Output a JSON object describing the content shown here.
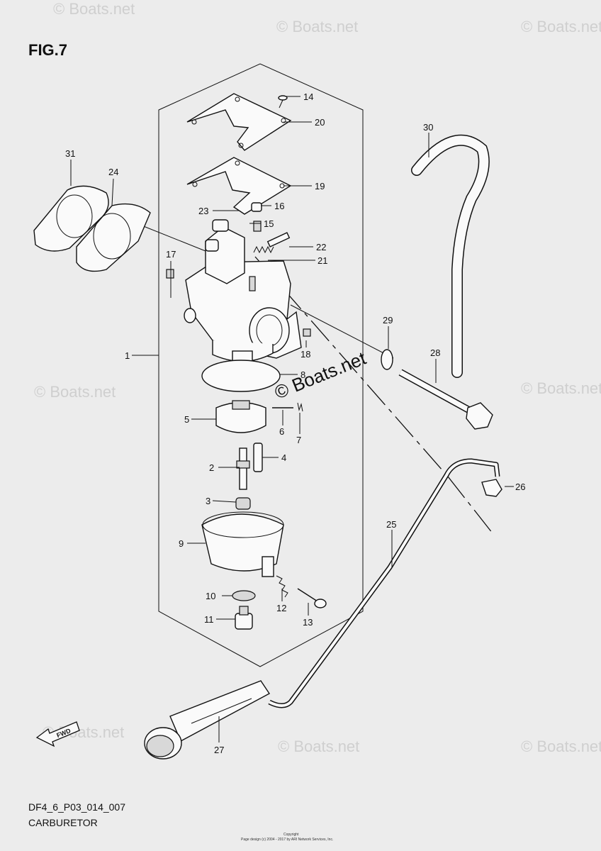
{
  "figure_label": "FIG.7",
  "diagram_code": "DF4_6_P03_014_007",
  "diagram_title": "CARBURETOR",
  "watermark": "© Boats.net",
  "copyright_lines": [
    "Copyright",
    "Page design (c) 2004 - 2017 by ARI Network Services, Inc."
  ],
  "fwd_badge": "FWD",
  "callouts": [
    {
      "id": "1",
      "label": "1"
    },
    {
      "id": "2",
      "label": "2"
    },
    {
      "id": "3",
      "label": "3"
    },
    {
      "id": "4",
      "label": "4"
    },
    {
      "id": "5",
      "label": "5"
    },
    {
      "id": "6",
      "label": "6"
    },
    {
      "id": "7",
      "label": "7"
    },
    {
      "id": "8",
      "label": "8"
    },
    {
      "id": "9",
      "label": "9"
    },
    {
      "id": "10",
      "label": "10"
    },
    {
      "id": "11",
      "label": "11"
    },
    {
      "id": "12",
      "label": "12"
    },
    {
      "id": "13",
      "label": "13"
    },
    {
      "id": "14",
      "label": "14"
    },
    {
      "id": "15",
      "label": "15"
    },
    {
      "id": "16",
      "label": "16"
    },
    {
      "id": "17",
      "label": "17"
    },
    {
      "id": "18",
      "label": "18"
    },
    {
      "id": "19",
      "label": "19"
    },
    {
      "id": "20",
      "label": "20"
    },
    {
      "id": "21",
      "label": "21"
    },
    {
      "id": "22",
      "label": "22"
    },
    {
      "id": "23",
      "label": "23"
    },
    {
      "id": "24",
      "label": "24"
    },
    {
      "id": "25",
      "label": "25"
    },
    {
      "id": "26",
      "label": "26"
    },
    {
      "id": "27",
      "label": "27"
    },
    {
      "id": "28",
      "label": "28"
    },
    {
      "id": "29",
      "label": "29"
    },
    {
      "id": "30",
      "label": "30"
    },
    {
      "id": "31",
      "label": "31"
    }
  ]
}
